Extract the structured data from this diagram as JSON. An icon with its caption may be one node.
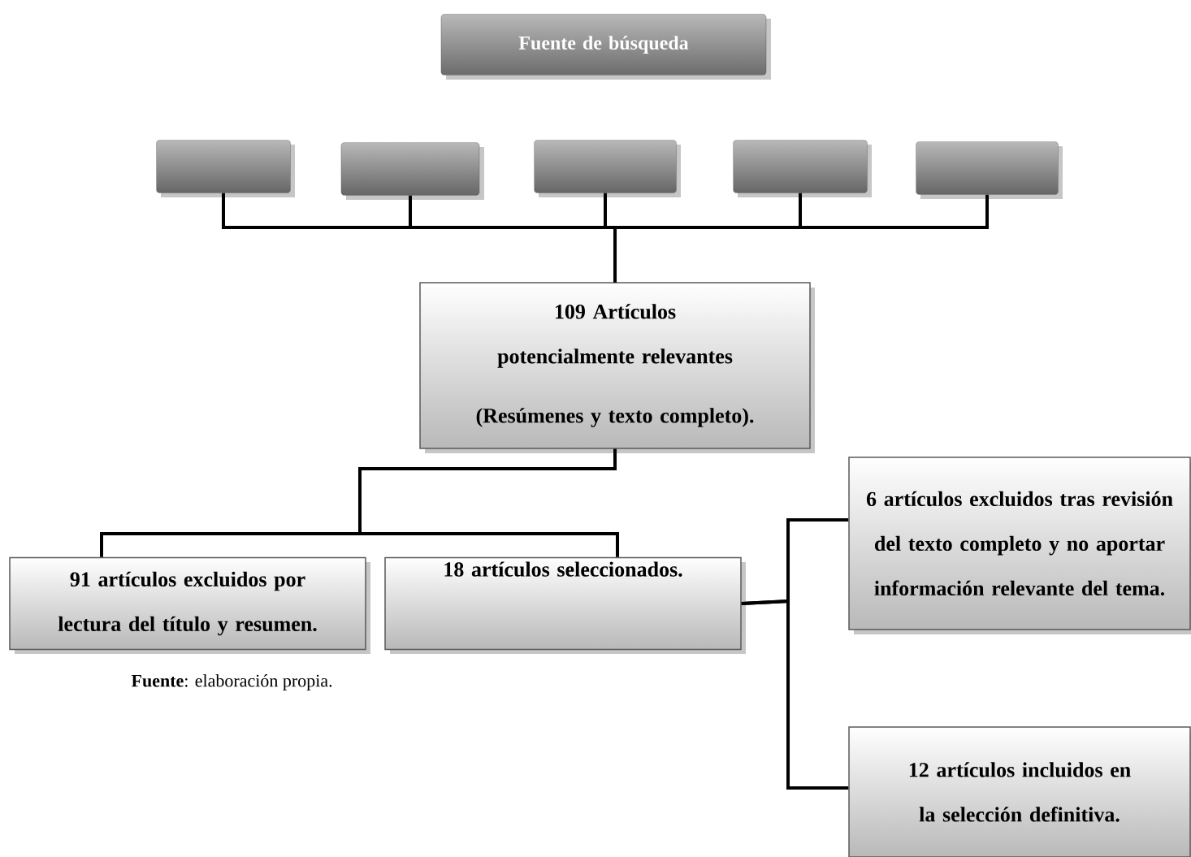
{
  "diagram": {
    "nodes": [
      {
        "text": [
          "Fuente de búsqueda"
        ]
      },
      {
        "text": [],
        "shape": "box"
      },
      {
        "text": [],
        "shape": "box"
      },
      {
        "text": [],
        "shape": "box"
      },
      {
        "text": [],
        "shape": "box"
      },
      {
        "text": [],
        "shape": "box"
      },
      {
        "text": [
          "109 Artículos potencialmente relevantes",
          "(Resúmenes y texto completo)."
        ]
      },
      {
        "text": [
          "91 artículos excluidos por lectura del título y resumen."
        ]
      },
      {
        "text": [
          "18 artículos seleccionados."
        ]
      },
      {
        "text": [
          "6 artículos excluidos tras revisión del texto completo y no aportar información relevante del tema."
        ]
      },
      {
        "text": [
          "12 artículos incluidos en la selección definitiva."
        ]
      }
    ],
    "edges": [
      {
        "from": 1,
        "to": 6,
        "arrow": "none"
      },
      {
        "from": 2,
        "to": 6,
        "arrow": "none"
      },
      {
        "from": 3,
        "to": 6,
        "arrow": "none"
      },
      {
        "from": 4,
        "to": 6,
        "arrow": "none"
      },
      {
        "from": 5,
        "to": 6,
        "arrow": "none"
      },
      {
        "from": 6,
        "to": 7,
        "arrow": "none"
      },
      {
        "from": 6,
        "to": 8,
        "arrow": "none"
      },
      {
        "from": 8,
        "to": 9,
        "arrow": "none"
      },
      {
        "from": 8,
        "to": 10,
        "arrow": "none"
      }
    ],
    "labels": [
      "**Fuente**: elaboración propia."
    ]
  }
}
